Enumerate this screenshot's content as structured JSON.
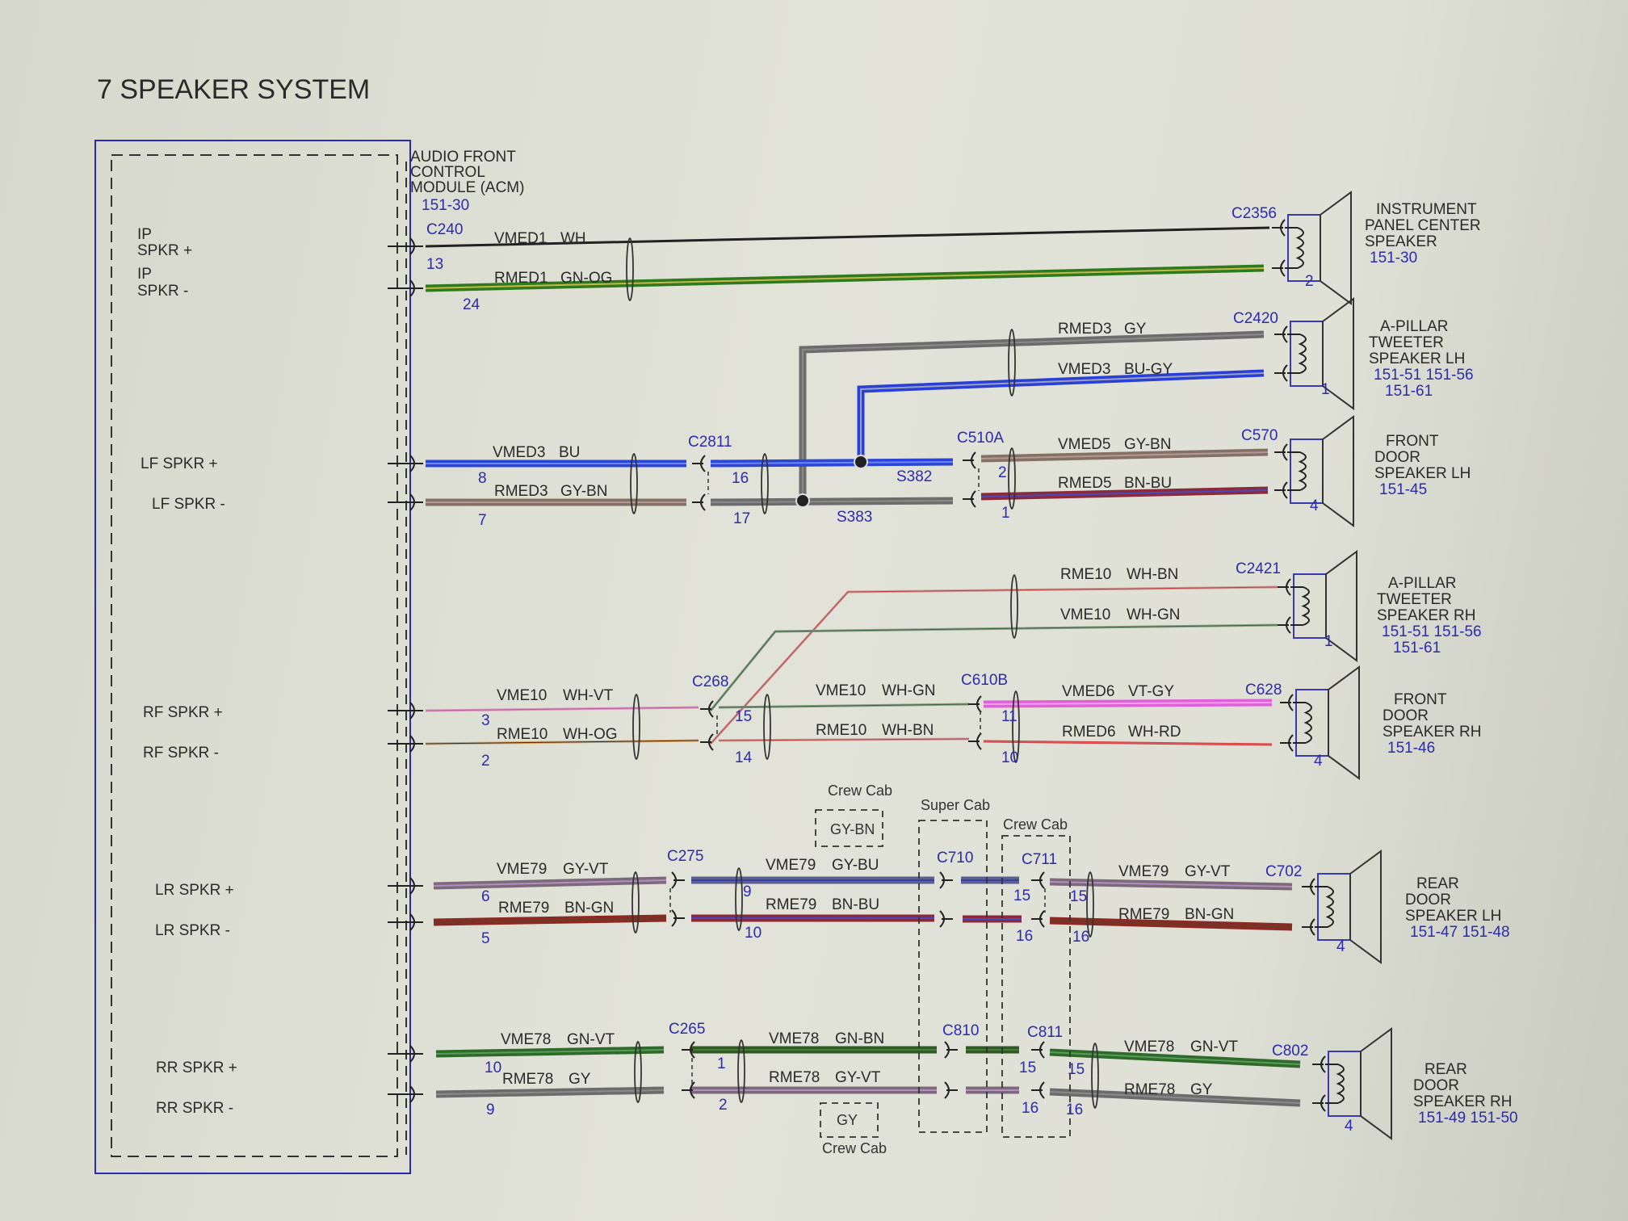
{
  "title": "7 SPEAKER SYSTEM",
  "module": {
    "name": [
      "AUDIO FRONT",
      "CONTROL",
      "MODULE (ACM)"
    ],
    "ref": "151-30"
  },
  "module_pins": [
    "IP",
    "SPKR +",
    "IP",
    "SPKR -",
    "LF SPKR +",
    "LF SPKR -",
    "RF SPKR +",
    "RF SPKR -",
    "LR SPKR +",
    "LR SPKR -",
    "RR SPKR +",
    "RR SPKR -"
  ],
  "circuits": [
    [
      "VMED1",
      "WH"
    ],
    [
      "RMED1",
      "GN-OG"
    ],
    [
      "RMED3",
      "GY"
    ],
    [
      "VMED3",
      "BU-GY"
    ],
    [
      "VMED3",
      "BU"
    ],
    [
      "RMED3",
      "GY-BN"
    ],
    [
      "VMED5",
      "GY-BN"
    ],
    [
      "RMED5",
      "BN-BU"
    ],
    [
      "RME10",
      "WH-BN"
    ],
    [
      "VME10",
      "WH-GN"
    ],
    [
      "VME10",
      "WH-VT"
    ],
    [
      "RME10",
      "WH-OG"
    ],
    [
      "VME10",
      "WH-GN"
    ],
    [
      "RME10",
      "WH-BN"
    ],
    [
      "VMED6",
      "VT-GY"
    ],
    [
      "RMED6",
      "WH-RD"
    ],
    [
      "VME79",
      "GY-VT"
    ],
    [
      "RME79",
      "BN-GN"
    ],
    [
      "VME79",
      "GY-BU"
    ],
    [
      "RME79",
      "BN-BU"
    ],
    [
      "VME79",
      "GY-VT"
    ],
    [
      "RME79",
      "BN-GN"
    ],
    [
      "VME78",
      "GN-VT"
    ],
    [
      "RME78",
      "GY"
    ],
    [
      "VME78",
      "GN-BN"
    ],
    [
      "RME78",
      "GY-VT"
    ],
    [
      "VME78",
      "GN-VT"
    ],
    [
      "RME78",
      "GY"
    ]
  ],
  "connectors": [
    "C240",
    "C2356",
    "C2420",
    "C2811",
    "S382",
    "S383",
    "C510A",
    "C570",
    "C2421",
    "C268",
    "C610B",
    "C628",
    "C275",
    "C710",
    "C711",
    "C702",
    "C265",
    "C810",
    "C811",
    "C802"
  ],
  "pins": [
    "13",
    "24",
    "2",
    "1",
    "8",
    "7",
    "16",
    "17",
    "2",
    "1",
    "4",
    "1",
    "3",
    "2",
    "15",
    "14",
    "11",
    "10",
    "4",
    "6",
    "5",
    "9",
    "10",
    "15",
    "16",
    "15",
    "16",
    "4",
    "10",
    "9",
    "1",
    "2",
    "15",
    "16",
    "15",
    "16",
    "4"
  ],
  "options": [
    {
      "label": "Crew Cab",
      "value": "GY-BN"
    },
    {
      "label": "Super Cab"
    },
    {
      "label": "Crew Cab"
    },
    {
      "label": "Crew Cab",
      "value": "GY"
    }
  ],
  "speakers": [
    {
      "name": [
        "INSTRUMENT",
        "PANEL CENTER",
        "SPEAKER"
      ],
      "refs": [
        "151-30"
      ]
    },
    {
      "name": [
        "A-PILLAR",
        "TWEETER",
        "SPEAKER LH"
      ],
      "refs": [
        "151-51   151-56",
        "151-61"
      ]
    },
    {
      "name": [
        "FRONT",
        "DOOR",
        "SPEAKER LH"
      ],
      "refs": [
        "151-45"
      ]
    },
    {
      "name": [
        "A-PILLAR",
        "TWEETER",
        "SPEAKER RH"
      ],
      "refs": [
        "151-51   151-56",
        "151-61"
      ]
    },
    {
      "name": [
        "FRONT",
        "DOOR",
        "SPEAKER RH"
      ],
      "refs": [
        "151-46"
      ]
    },
    {
      "name": [
        "REAR",
        "DOOR",
        "SPEAKER LH"
      ],
      "refs": [
        "151-47  151-48"
      ]
    },
    {
      "name": [
        "REAR",
        "DOOR",
        "SPEAKER RH"
      ],
      "refs": [
        "151-49  151-50"
      ]
    }
  ],
  "wire_colors": {
    "WH": [
      "#222222",
      null,
      1
    ],
    "GN-OG": [
      "#2f7a1f",
      "#c7b84a",
      0
    ],
    "GY": [
      "#6c6c6c",
      "#8a8a8a",
      0
    ],
    "BU-GY": [
      "#2a3fd6",
      "#9aa0c0",
      0
    ],
    "BU": [
      "#2a45d8",
      "#6f86f0",
      0
    ],
    "GY-BN": [
      "#857068",
      "#b09a92",
      0
    ],
    "BN-BU": [
      "#8b2a3a",
      "#4a4ac0",
      0
    ],
    "WH-BN": [
      "#c89a9a",
      "#c04040",
      1
    ],
    "WH-GN": [
      "#8a9a8a",
      "#3a6a3a",
      1
    ],
    "WH-VT": [
      "#d890c0",
      "#c060a0",
      1
    ],
    "WH-OG": [
      "#d8a060",
      "#303030",
      1
    ],
    "VT-GY": [
      "#e060d8",
      "#f0a0f0",
      0
    ],
    "WH-RD": [
      "#d04040",
      "#e06060",
      1
    ],
    "GY-VT": [
      "#7c6a7a",
      "#b090c0",
      0
    ],
    "BN-GN": [
      "#8a2a22",
      "#6a3a2a",
      0
    ],
    "GY-BU": [
      "#5a6090",
      "#3a40a0",
      0
    ],
    "GN-VT": [
      "#2e6a2a",
      "#5a9a5a",
      0
    ],
    "GN-BN": [
      "#2e5a24",
      "#4a7a3a",
      0
    ]
  }
}
